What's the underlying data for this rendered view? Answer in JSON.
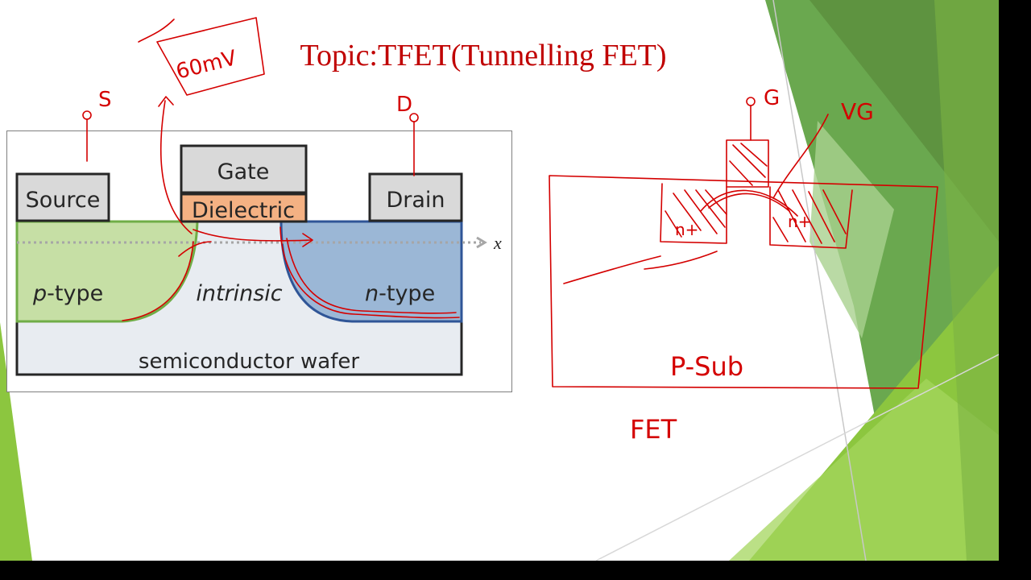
{
  "slide": {
    "title": "Topic:TFET(Tunnelling FET)"
  },
  "diagram": {
    "source_label": "Source",
    "gate_label": "Gate",
    "dielectric_label": "Dielectric",
    "drain_label": "Drain",
    "p_type_italic": "p",
    "p_type_rest": "-type",
    "intrinsic_label": "intrinsic",
    "n_type_italic": "n",
    "n_type_rest": "-type",
    "wafer_label": "semiconductor wafer",
    "axis_label": "x",
    "colors": {
      "p_region": "#c6dfa5",
      "n_region": "#9bb7d6",
      "dielectric": "#f4b183",
      "terminal": "#d9d9d9",
      "wafer": "#e8ecf1"
    }
  },
  "annotations": {
    "ink_color": "#d40000",
    "note_60mv": "60mV",
    "source_s": "S",
    "drain_d": "D",
    "gate_g": "G",
    "gate_vg": "VG",
    "p_sub": "P-Sub",
    "fet": "FET",
    "n_left": "n+",
    "n_right": "n+"
  }
}
